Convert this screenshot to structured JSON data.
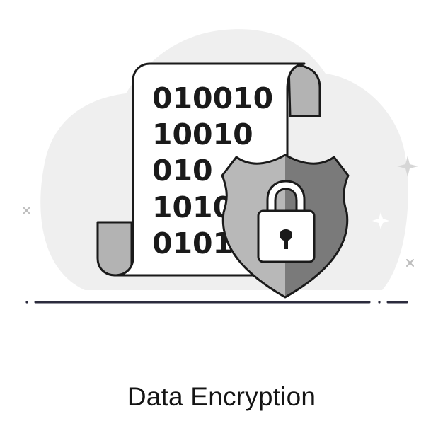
{
  "title": "Data Encryption",
  "binary_lines": [
    "010010",
    "10010",
    "010",
    "1010",
    "0101"
  ],
  "colors": {
    "outline": "#1a1a1a",
    "paper": "#ffffff",
    "fold": "#b3b3b3",
    "shield_light": "#b8b8b8",
    "shield_dark": "#7a7a7a",
    "background_blob": "#efefef",
    "ground_line": "#2b2b3d",
    "sparkle": "#d6d6d6"
  },
  "icons": {
    "document": "binary-document-icon",
    "shield": "shield-icon",
    "lock": "padlock-icon"
  }
}
